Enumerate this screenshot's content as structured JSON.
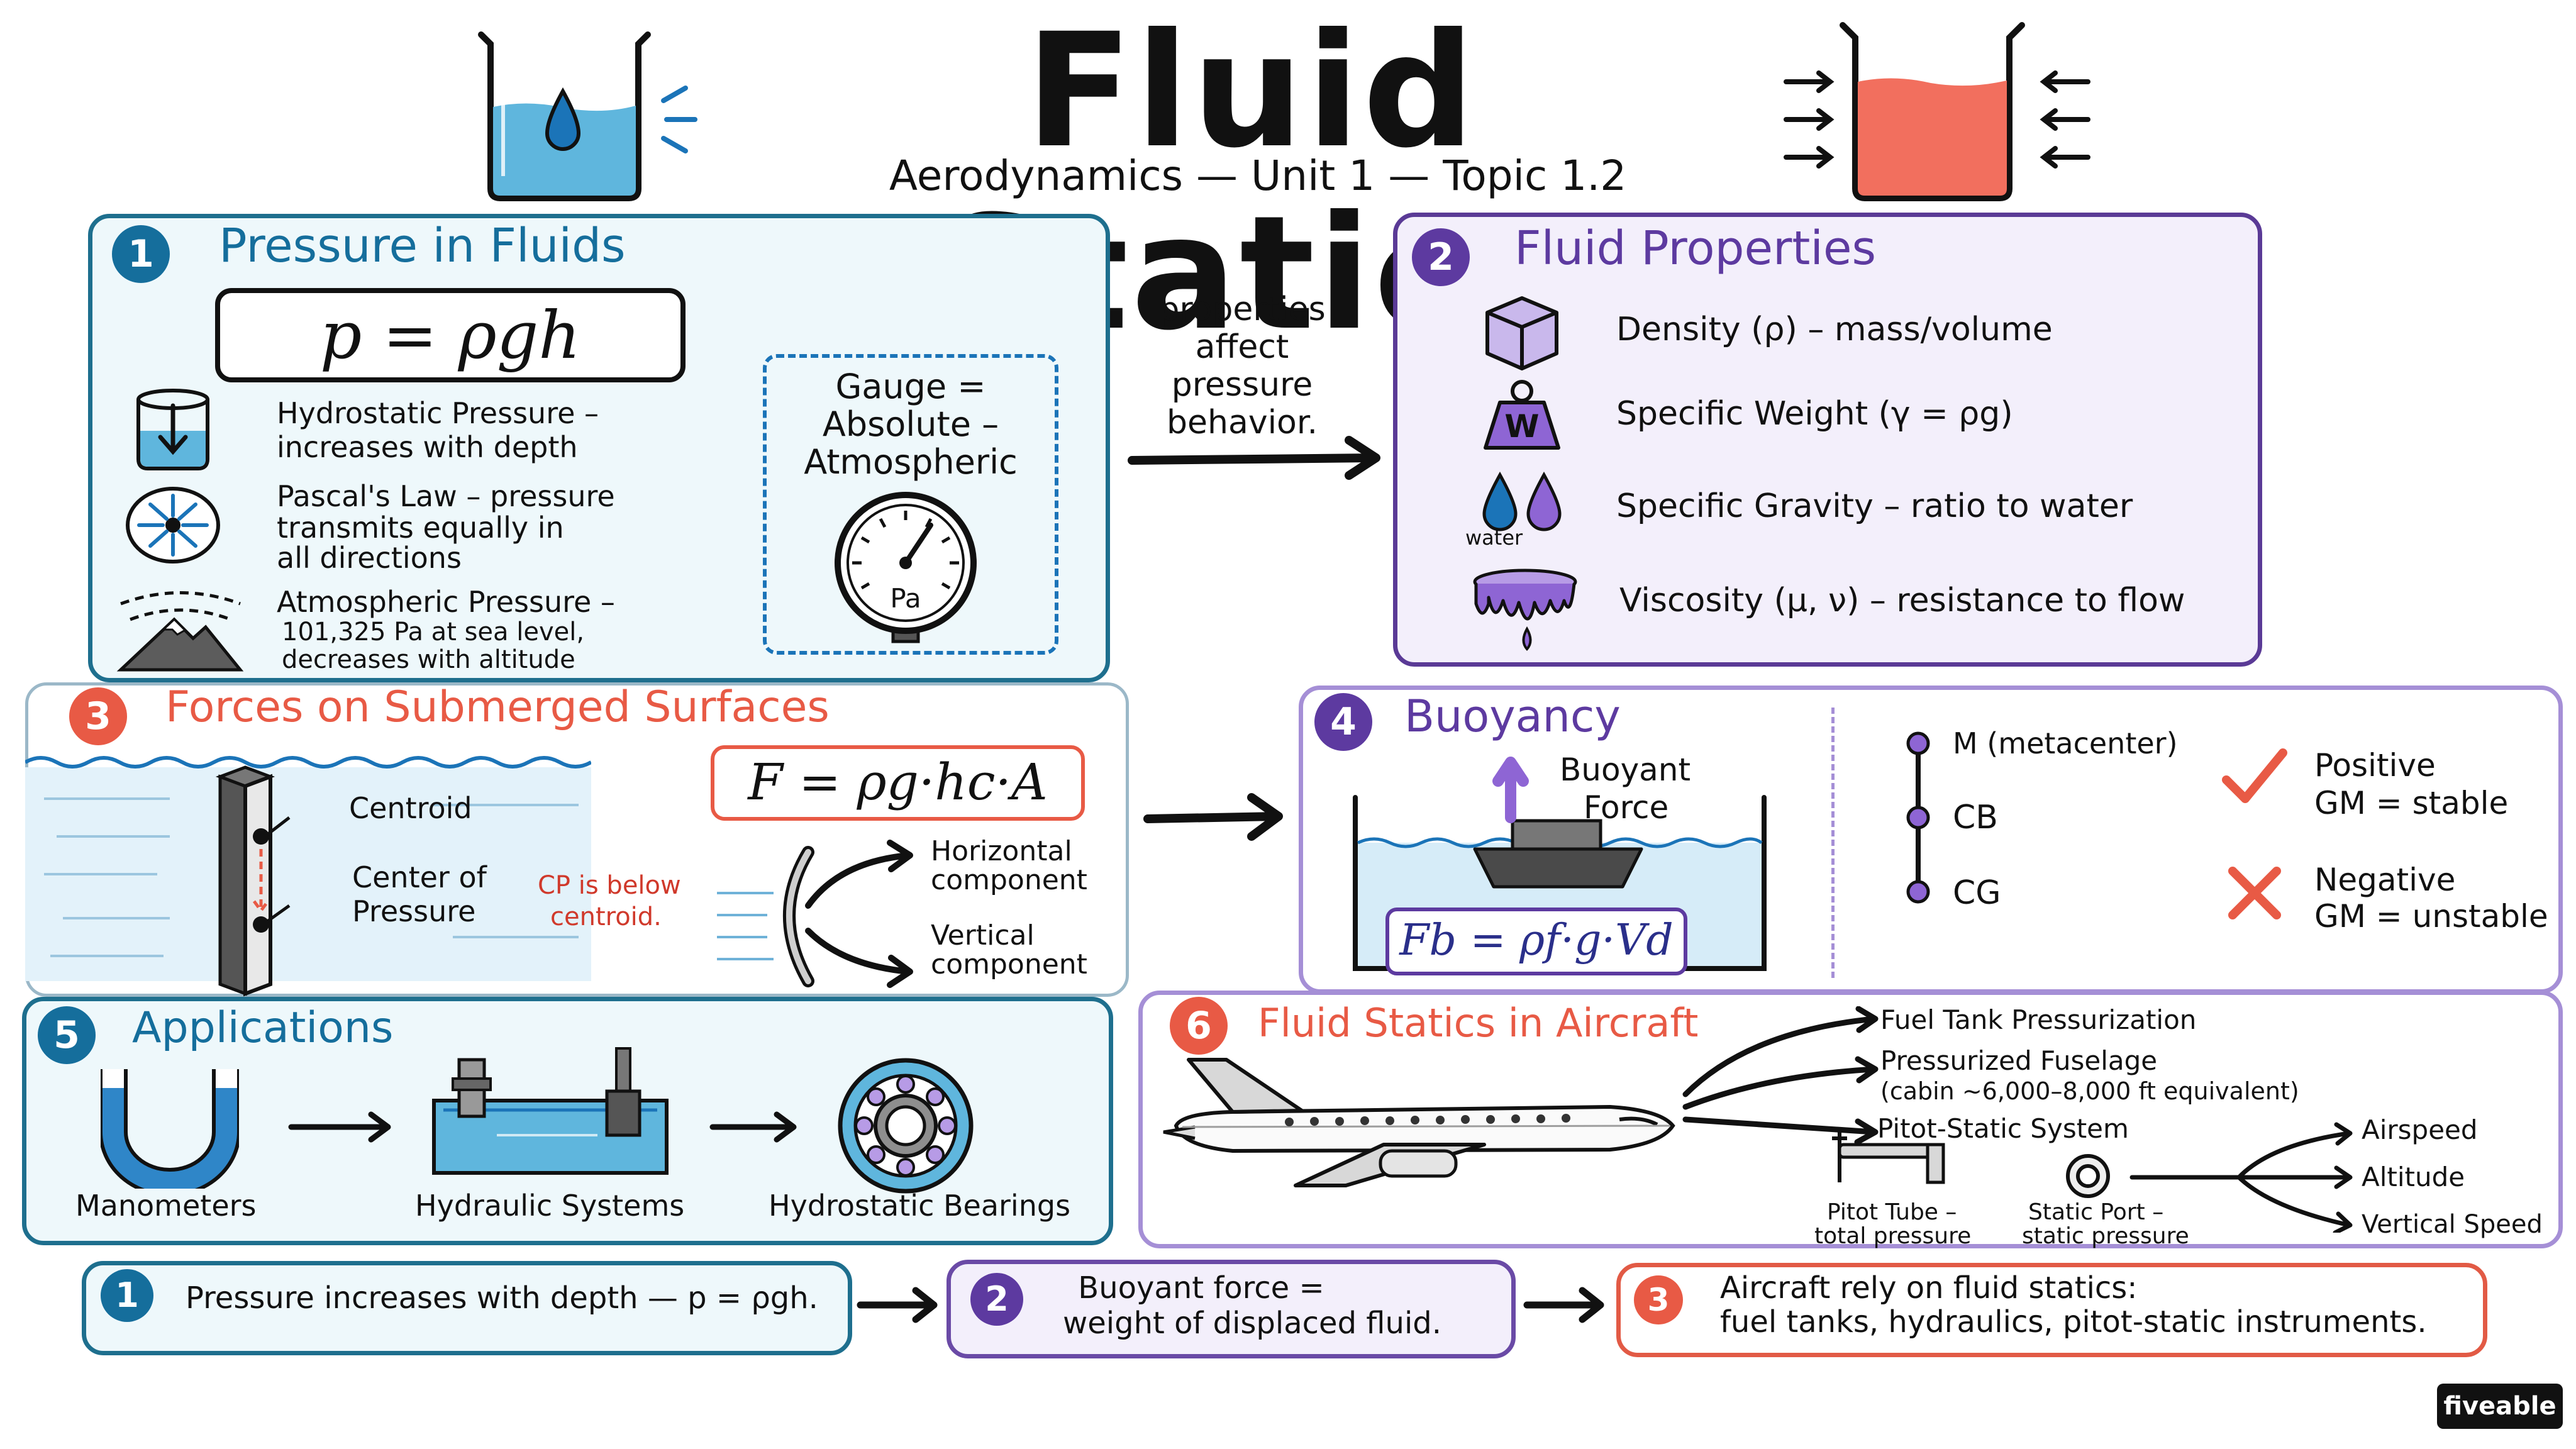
{
  "title": "Fluid Statics",
  "subtitle": "Aerodynamics — Unit 1 — Topic 1.2",
  "connector_text": "properties affect pressure behavior.",
  "sections": {
    "pressure": {
      "num": "1",
      "title": "Pressure in Fluids",
      "formula": "p = ρgh",
      "items": [
        {
          "head": "Hydrostatic Pressure –",
          "body": "increases with depth",
          "icon": "beaker-arrow-icon"
        },
        {
          "head": "Pascal's Law – pressure",
          "body": "transmits equally in",
          "body2": "all directions",
          "icon": "pascal-compass-icon"
        },
        {
          "head": "Atmospheric Pressure –",
          "body": "101,325 Pa at sea level,",
          "body2": "decreases with altitude",
          "icon": "mountain-icon"
        }
      ],
      "gauge_l1": "Gauge =",
      "gauge_l2": "Absolute –",
      "gauge_l3": "Atmospheric",
      "gauge_unit": "Pa"
    },
    "properties": {
      "num": "2",
      "title": "Fluid Properties",
      "items": [
        {
          "label": "Density (ρ) – mass/volume",
          "icon": "cube-icon"
        },
        {
          "label": "Specific Weight (γ = ρg)",
          "icon": "weight-icon",
          "glyph": "W"
        },
        {
          "label": "Specific Gravity – ratio to water",
          "icon": "droplets-icon",
          "caption": "water"
        },
        {
          "label": "Viscosity (μ, ν) – resistance to flow",
          "icon": "viscous-drip-icon"
        }
      ]
    },
    "forces": {
      "num": "3",
      "title": "Forces on Submerged Surfaces",
      "centroid": "Centroid",
      "cp_l1": "Center of",
      "cp_l2": "Pressure",
      "note_l1": "CP is below",
      "note_l2": "centroid.",
      "formula": "F = ρg·hc·A",
      "horiz_l1": "Horizontal",
      "horiz_l2": "component",
      "vert_l1": "Vertical",
      "vert_l2": "component"
    },
    "buoyancy": {
      "num": "4",
      "title": "Buoyancy",
      "force_l1": "Buoyant",
      "force_l2": "Force",
      "formula": "Fb = ρf·g·Vd",
      "points": [
        "M (metacenter)",
        "CB",
        "CG"
      ],
      "pos_l1": "Positive",
      "pos_l2": "GM = stable",
      "neg_l1": "Negative",
      "neg_l2": "GM = unstable"
    },
    "applications": {
      "num": "5",
      "title": "Applications",
      "items": [
        "Manometers",
        "Hydraulic Systems",
        "Hydrostatic Bearings"
      ]
    },
    "aircraft": {
      "num": "6",
      "title": "Fluid Statics in Aircraft",
      "fuel": "Fuel Tank Pressurization",
      "fuselage_l1": "Pressurized Fuselage",
      "fuselage_l2": "(cabin ~6,000–8,000 ft equivalent)",
      "pitot_static": "Pitot-Static System",
      "pitot_l1": "Pitot Tube –",
      "pitot_l2": "total pressure",
      "static_l1": "Static Port –",
      "static_l2": "static pressure",
      "outputs": [
        "Airspeed",
        "Altitude",
        "Vertical Speed"
      ]
    }
  },
  "summary": [
    {
      "num": "1",
      "text": "Pressure increases with depth — p = ρgh."
    },
    {
      "num": "2",
      "l1": "Buoyant force =",
      "l2": "weight of displaced fluid."
    },
    {
      "num": "3",
      "l1": "Aircraft rely on fluid statics:",
      "l2": "fuel tanks, hydraulics, pitot-static instruments."
    }
  ],
  "brand": "fiveable",
  "colors": {
    "blue": "#156e9c",
    "purple": "#5d3aa0",
    "red": "#e85a45",
    "water": "#5fb6dd",
    "red_fluid": "#f26f5e"
  }
}
